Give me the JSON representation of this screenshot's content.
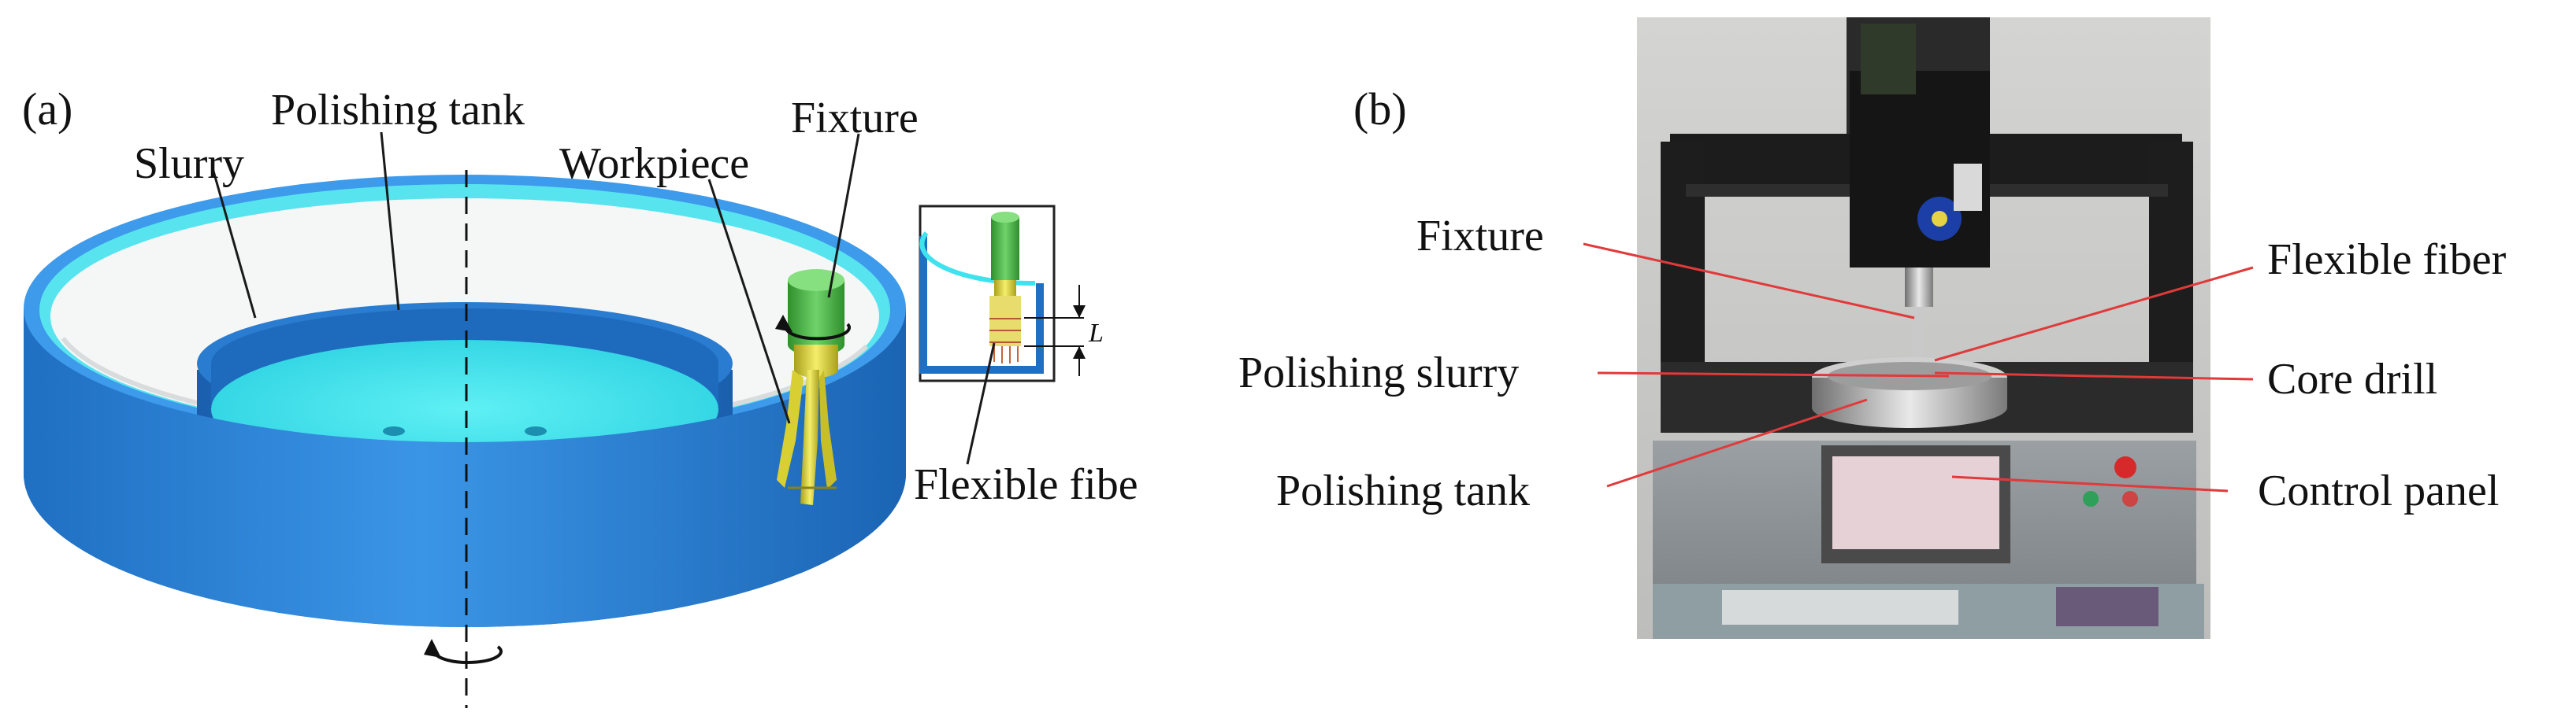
{
  "panel_a": {
    "letter": "(a)",
    "labels": {
      "polishing_tank": "Polishing tank",
      "fixture": "Fixture",
      "slurry": "Slurry",
      "workpiece": "Workpiece",
      "flexible_fiber": "Flexible fibe",
      "dimension": "L"
    }
  },
  "panel_b": {
    "letter": "(b)",
    "labels": {
      "fixture": "Fixture",
      "flexible_fiber": "Flexible fiber",
      "polishing_slurry": "Polishing slurry",
      "core_drill": "Core drill",
      "polishing_tank": "Polishing tank",
      "control_panel": "Control panel"
    }
  },
  "colors": {
    "tank_outer": "#2f86d8",
    "tank_inner_floor": "#3fe3ee",
    "fixture_green": "#4cb848",
    "workpiece_yellow": "#e6dd3a",
    "leader_red": "#e03a3a"
  }
}
